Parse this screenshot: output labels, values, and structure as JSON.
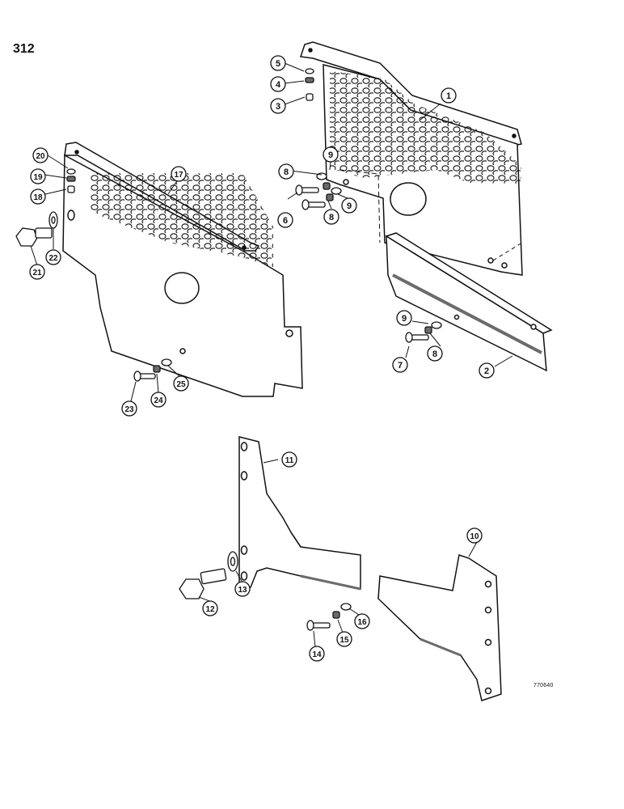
{
  "page": {
    "number": "312",
    "drawing_number": "770640"
  },
  "callouts": [
    "1",
    "2",
    "3",
    "4",
    "5",
    "6",
    "7",
    "8",
    "9",
    "10",
    "11",
    "12",
    "13",
    "14",
    "15",
    "16",
    "17",
    "18",
    "19",
    "20",
    "21",
    "22",
    "23",
    "24",
    "25"
  ],
  "colors": {
    "ink": "#111111",
    "paper": "#ffffff",
    "shading": "#6b6b6b"
  }
}
